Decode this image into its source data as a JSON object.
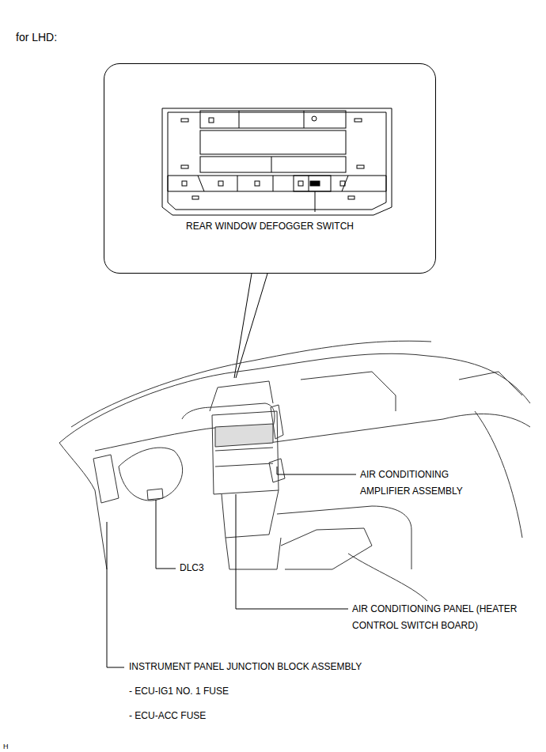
{
  "diagram": {
    "title": "for LHD:",
    "nodes": [
      {
        "text": [
          "REAR WINDOW DEFOGGER SWITCH"
        ]
      }
    ],
    "labels": [
      "AIR CONDITIONING AMPLIFIER ASSEMBLY",
      "DLC3",
      "AIR CONDITIONING PANEL (HEATER CONTROL SWITCH BOARD)",
      "INSTRUMENT PANEL JUNCTION BLOCK ASSEMBLY",
      "- ECU-IG1 NO. 1 FUSE",
      "- ECU-ACC FUSE",
      "H"
    ]
  }
}
